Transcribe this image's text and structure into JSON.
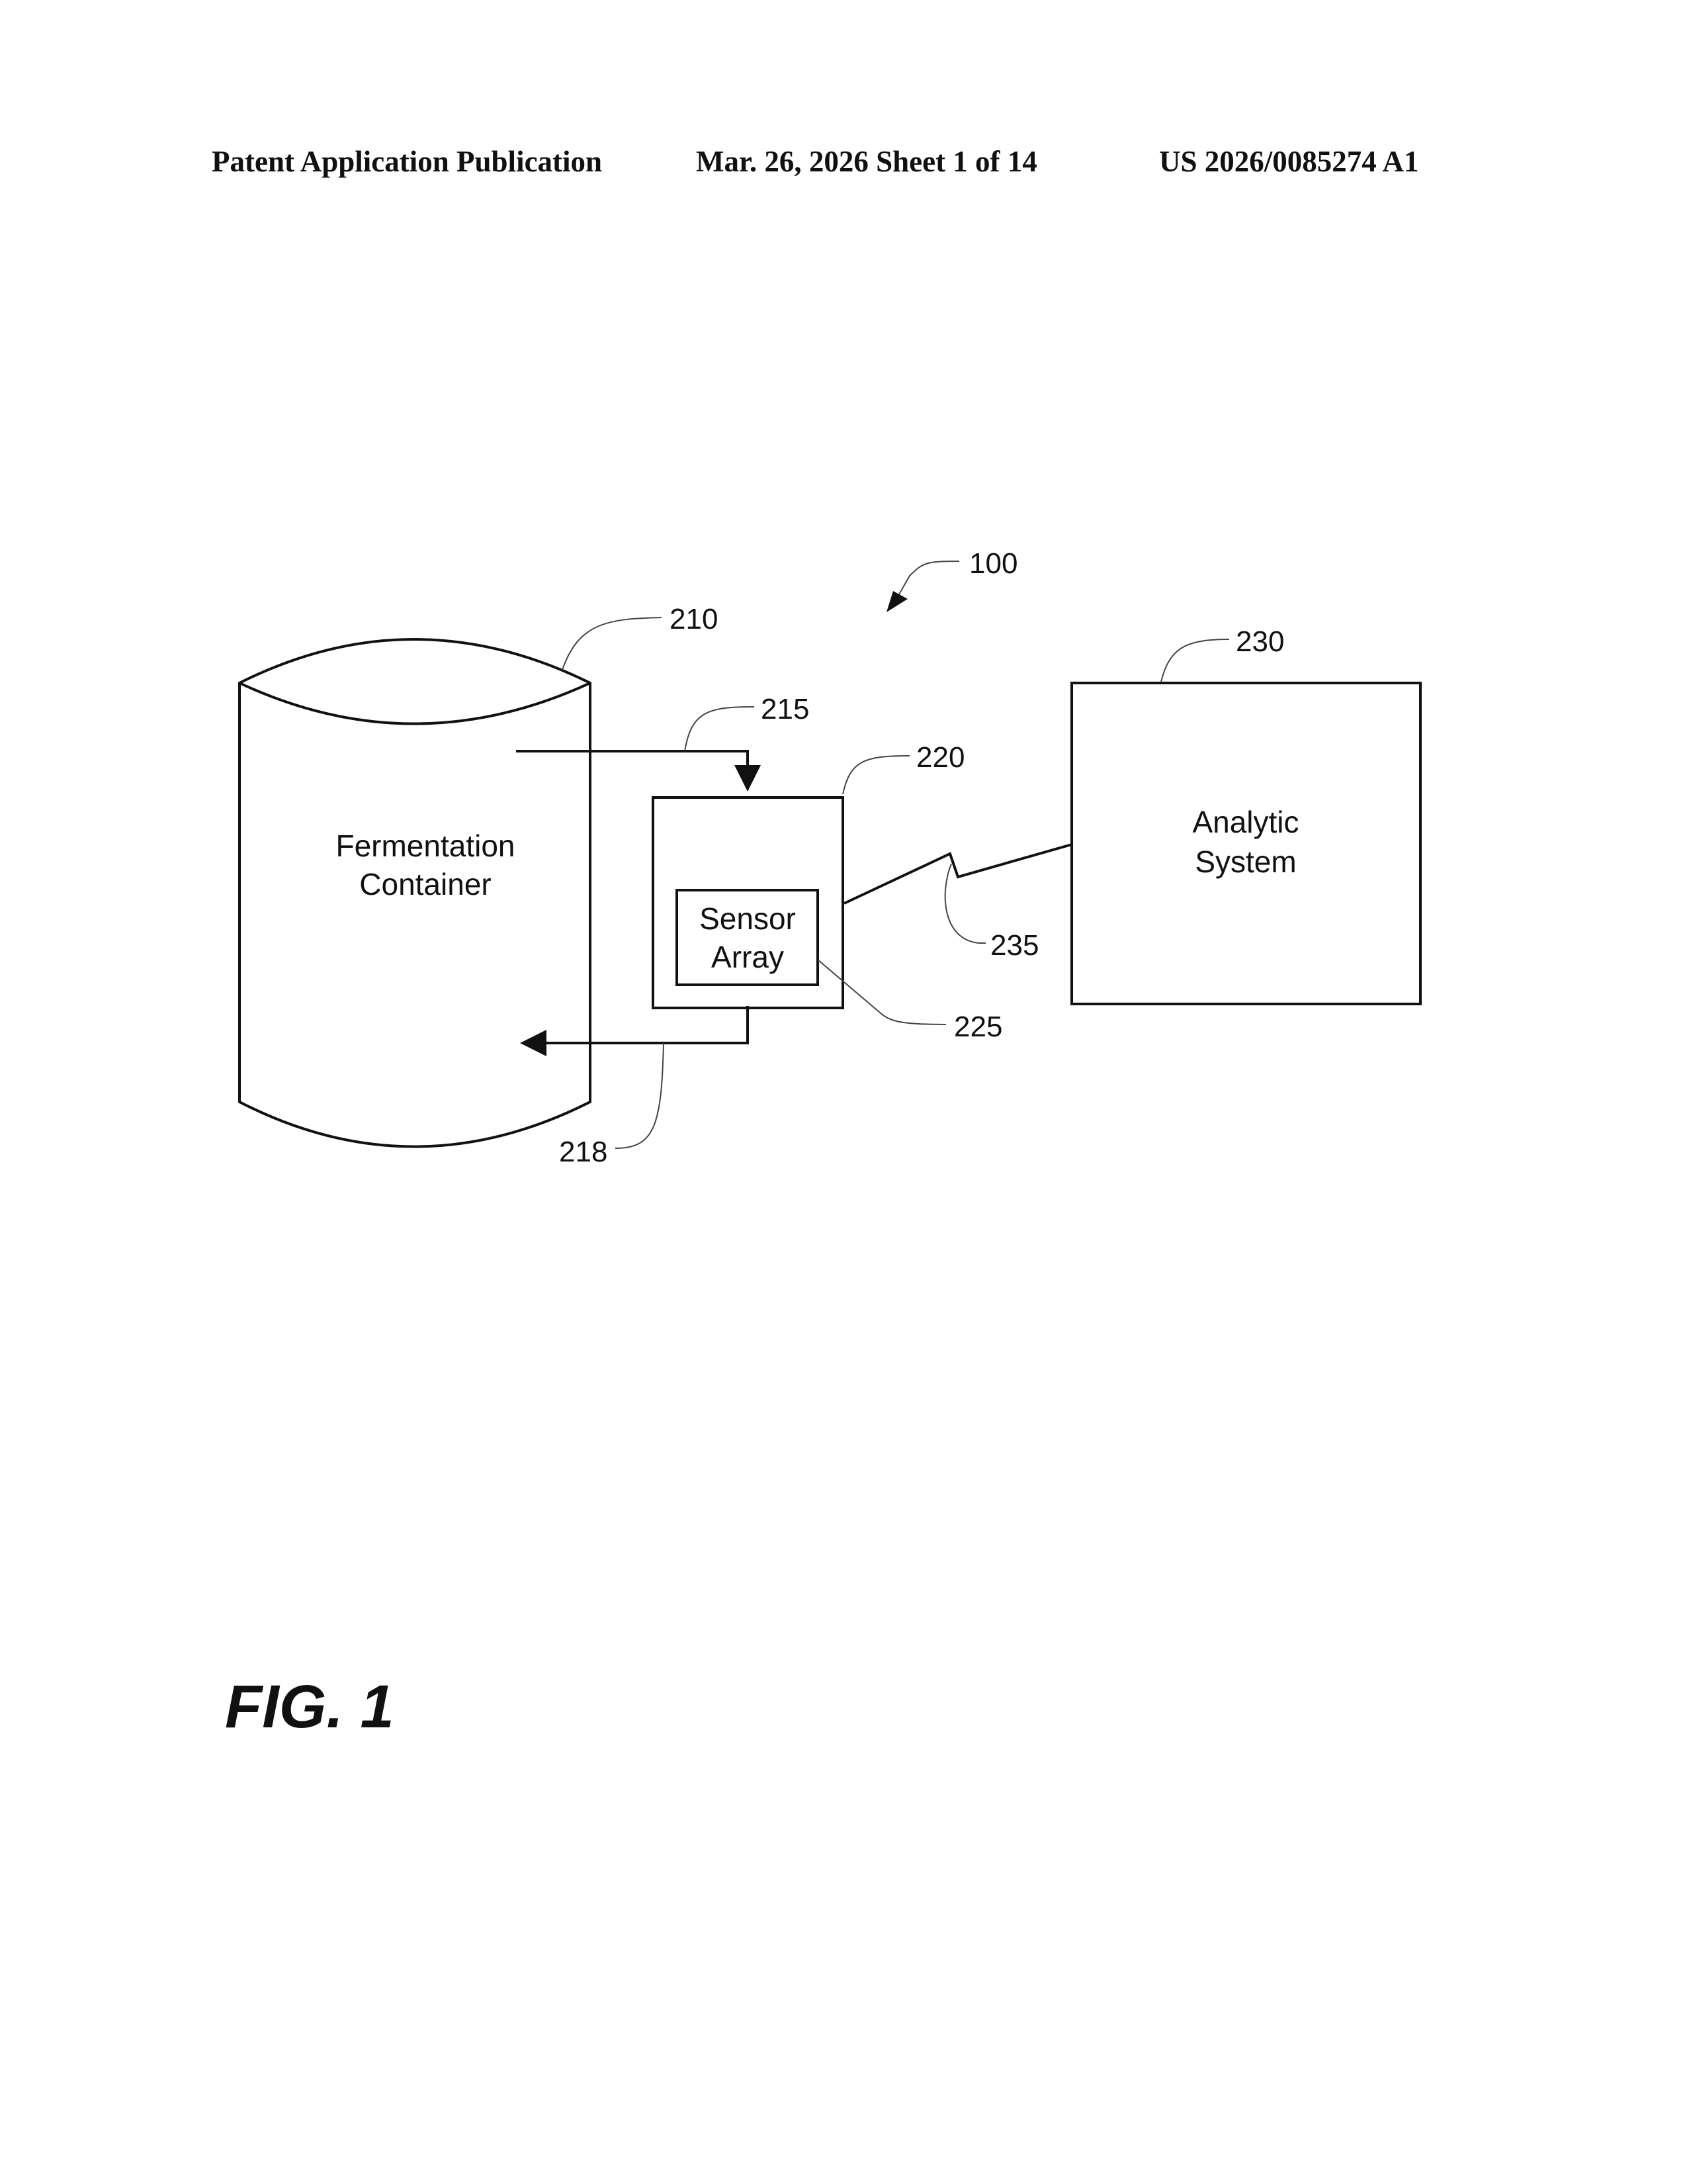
{
  "header": {
    "left": "Patent Application Publication",
    "middle": "Mar. 26, 2026  Sheet 1 of 14",
    "right": "US 2026/0085274 A1"
  },
  "diagram": {
    "system_ref": "100",
    "container": {
      "ref": "210",
      "line1": "Fermentation",
      "line2": "Container"
    },
    "inflow_ref": "215",
    "outflow_ref": "218",
    "sensor_housing": {
      "ref": "220"
    },
    "sensor_array": {
      "ref": "225",
      "line1": "Sensor",
      "line2": "Array"
    },
    "analytic_system": {
      "ref": "230",
      "line1": "Analytic",
      "line2": "System"
    },
    "wireless_link_ref": "235"
  },
  "figure_label": "FIG. 1"
}
